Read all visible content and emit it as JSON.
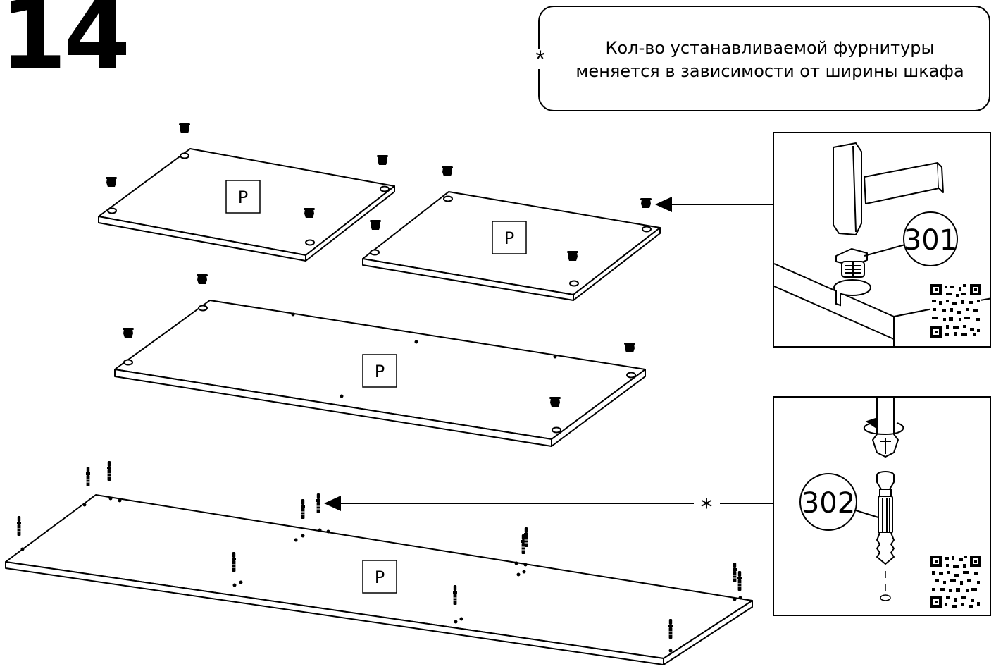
{
  "step": {
    "number": "14"
  },
  "note": {
    "marker": "*",
    "line1": "Кол-во устанавливаемой фурнитуры",
    "line2": "меняется в зависимости от ширины шкафа"
  },
  "panels": [
    {
      "id": "panel-top-left",
      "label": "P"
    },
    {
      "id": "panel-top-right",
      "label": "P"
    },
    {
      "id": "panel-middle",
      "label": "P"
    },
    {
      "id": "panel-bottom",
      "label": "P"
    }
  ],
  "parts": {
    "cam_lock": {
      "number": "301"
    },
    "dowel_screw": {
      "number": "302"
    }
  },
  "callout_marker": "*"
}
